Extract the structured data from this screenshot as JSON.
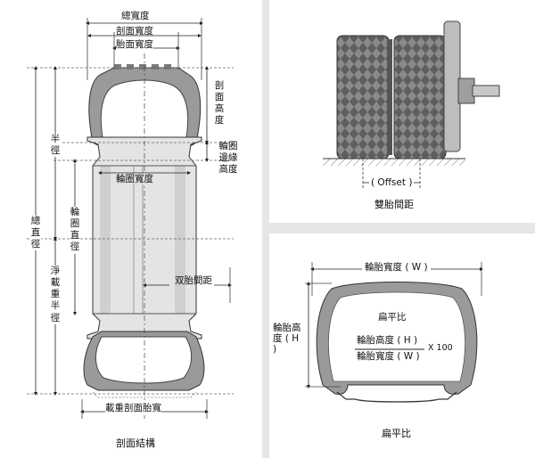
{
  "cross_section": {
    "labels": {
      "overall_width": "總寬度",
      "section_width": "剖面寬度",
      "tread_width": "胎面寬度",
      "section_height": "剖面高度",
      "rim_flange_height": "輪圈邊緣高度",
      "rim_width": "輪圈寬度",
      "radius": "半徑",
      "overall_diameter": "總直徑",
      "rim_diameter": "輪圈直徑",
      "loaded_radius": "淨載重半徑",
      "dual_spacing": "双胎間距",
      "loaded_section_width": "載重剖面胎寬"
    },
    "caption": "剖面結構"
  },
  "dual_tires": {
    "offset_label": "( Offset )",
    "caption": "雙胎間距"
  },
  "aspect_ratio": {
    "tire_width_label": "輪胎寬度 ( W )",
    "tire_height_label": "輪胎高度 ( H )",
    "ratio_title": "扁平比",
    "numerator": "輪胎高度 ( H )",
    "denominator": "輪胎寬度 ( W )",
    "multiplier": "X 100",
    "caption": "扁平比"
  },
  "colors": {
    "tire_gray": "#9a9a9a",
    "tire_dark": "#5b5b5b",
    "rim_light": "#e4e4e4",
    "line": "#222222"
  }
}
